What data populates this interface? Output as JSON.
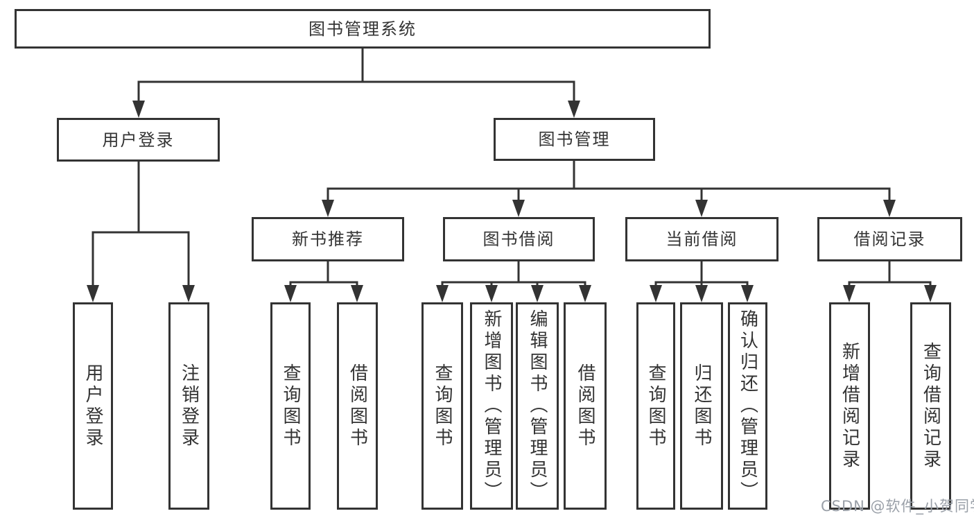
{
  "tree": {
    "root": "图书管理系统",
    "children": [
      {
        "label": "用户登录",
        "children": [
          "用户登录",
          "注销登录"
        ]
      },
      {
        "label": "图书管理",
        "children": [
          {
            "label": "新书推荐",
            "children": [
              "查询图书",
              "借阅图书"
            ]
          },
          {
            "label": "图书借阅",
            "children": [
              "查询图书",
              "新增图书（管理员）",
              "编辑图书（管理员）",
              "借阅图书"
            ]
          },
          {
            "label": "当前借阅",
            "children": [
              "查询图书",
              "归还图书",
              "确认归还（管理员）"
            ]
          },
          {
            "label": "借阅记录",
            "children": [
              "新增借阅记录",
              "查询借阅记录"
            ]
          }
        ]
      }
    ]
  },
  "watermark": {
    "text": "CSDN @软件_小贺同学"
  },
  "colors": {
    "line": "#333333",
    "box_border": "#333333",
    "box_fill": "#ffffff",
    "text": "#333333",
    "watermark": "#9aa0a8",
    "background": "#ffffff"
  }
}
